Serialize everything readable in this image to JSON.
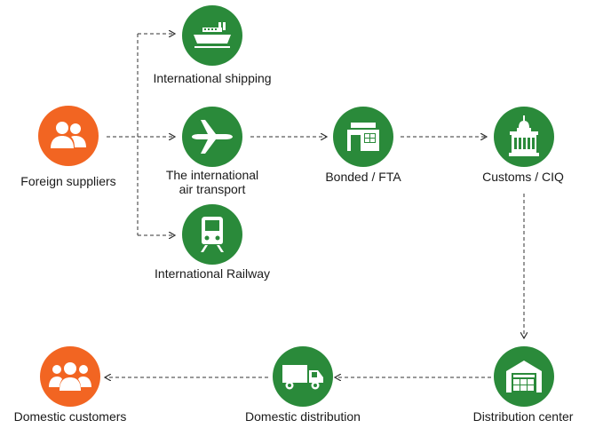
{
  "colors": {
    "green": "#2a8a3a",
    "orange": "#f26522",
    "line": "#333333"
  },
  "nodes": {
    "foreign_suppliers": {
      "label": "Foreign suppliers",
      "icon": "people-icon"
    },
    "intl_shipping": {
      "label": "International shipping",
      "icon": "ship-icon"
    },
    "intl_air": {
      "label_line1": "The international",
      "label_line2": "air transport",
      "icon": "airplane-icon"
    },
    "intl_railway": {
      "label": "International Railway",
      "icon": "train-icon"
    },
    "bonded": {
      "label": "Bonded / FTA",
      "icon": "warehouse-icon"
    },
    "customs": {
      "label": "Customs / CIQ",
      "icon": "customs-building-icon"
    },
    "distribution_center": {
      "label": "Distribution center",
      "icon": "distribution-center-icon"
    },
    "domestic_distribution": {
      "label": "Domestic distribution",
      "icon": "truck-icon"
    },
    "domestic_customers": {
      "label": "Domestic customers",
      "icon": "group-icon"
    }
  }
}
